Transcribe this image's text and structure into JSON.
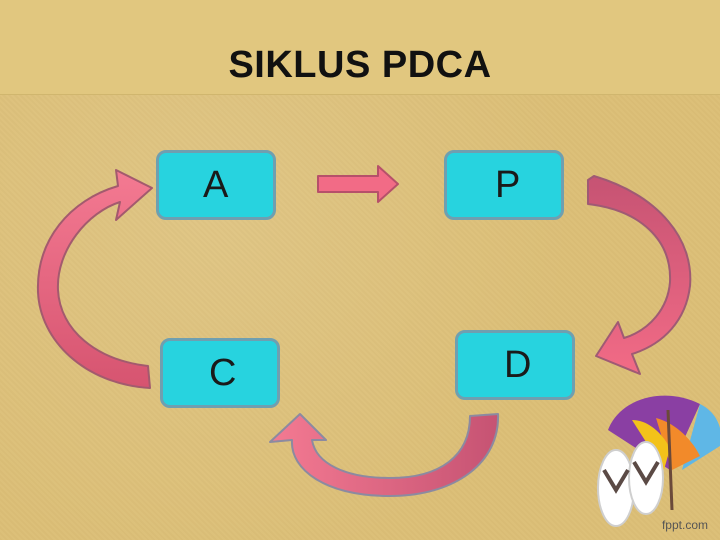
{
  "slide": {
    "title": "SIKLUS PDCA"
  },
  "nodes": [
    {
      "id": "A",
      "label": "A"
    },
    {
      "id": "P",
      "label": "P"
    },
    {
      "id": "D",
      "label": "D"
    },
    {
      "id": "C",
      "label": "C"
    }
  ],
  "edges": [
    {
      "from": "A",
      "to": "P"
    },
    {
      "from": "P",
      "to": "D"
    },
    {
      "from": "D",
      "to": "C"
    },
    {
      "from": "C",
      "to": "A"
    }
  ],
  "colors": {
    "background": "#dcbf77",
    "box_fill": "#27d3df",
    "box_border": "#6f9fb0",
    "arrow_fill": "#f26b86",
    "arrow_edge": "#c84e68"
  },
  "branding": {
    "watermark": "fppt.com",
    "decoration": "umbrella-and-sandals-icon"
  }
}
